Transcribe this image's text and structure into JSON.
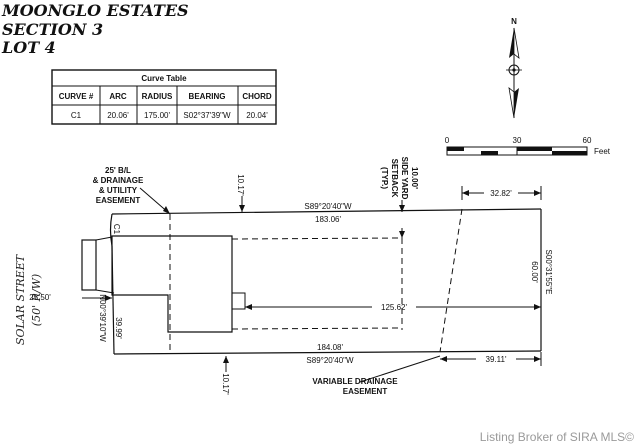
{
  "title_lines": [
    "MOONGLO ESTATES",
    "SECTION 3",
    "LOT 4"
  ],
  "curve_table": {
    "title": "Curve Table",
    "headers": [
      "CURVE #",
      "ARC",
      "RADIUS",
      "BEARING",
      "CHORD"
    ],
    "row": [
      "C1",
      "20.06'",
      "175.00'",
      "S02°37'39\"W",
      "20.04'"
    ]
  },
  "north_label": "N",
  "scale": {
    "ticks": [
      "0",
      "30",
      "60"
    ],
    "unit": "Feet"
  },
  "labels": {
    "easement_left": [
      "25' B/L",
      "& DRAINAGE",
      "& UTILITY",
      "EASEMENT"
    ],
    "side_yard": [
      "10.00'",
      "SIDE YARD",
      "SETBACK",
      "(TYP.)"
    ],
    "top_setback": "10.17'",
    "bottom_setback": "10.17'",
    "top_bearing": "S89°20'40\"W",
    "top_distance": "183.06'",
    "top_right_dim": "32.82'",
    "right_bearing": "S00°31'55\"E",
    "right_distance": "60.00'",
    "house_setback": "125.62'",
    "front_setback": "25.50'",
    "front_bearing": "N00°39'10\"W",
    "front_distance": "39.99'",
    "curve_label": "C1",
    "bottom_distance": "184.08'",
    "bottom_bearing": "S89°20'40\"W",
    "bottom_right_dim": "39.11'",
    "variable_easement": [
      "VARIABLE DRAINAGE",
      "EASEMENT"
    ],
    "street": [
      "SOLAR STREET",
      "(50' R/W)"
    ]
  },
  "watermark": "Listing Broker of SIRA MLS©"
}
